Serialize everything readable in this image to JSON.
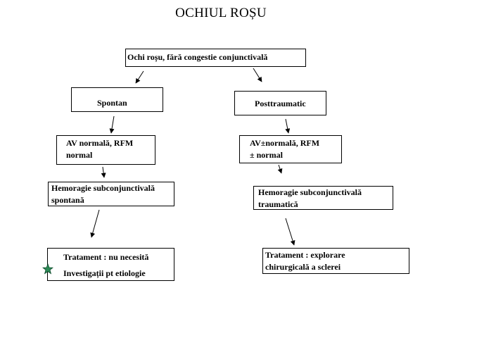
{
  "title": "OCHIUL ROȘU",
  "nodes": {
    "root": "Ochi roșu, fără congestie conjunctivală",
    "spontaneous": "Spontan",
    "posttraumatic": "Posttraumatic",
    "va_spontaneous": [
      "AV normală, RFM",
      "normal"
    ],
    "va_posttraumatic": [
      "AV±normală, RFM",
      "± normal"
    ],
    "hemorrhage_spontaneous": [
      "Hemoragie subconjunctivală",
      "spontană"
    ],
    "hemorrhage_traumatic": [
      "Hemoragie subconjunctivală",
      "traumatică"
    ],
    "treatment_spontaneous": [
      "Tratament : nu necesită",
      "Investigații pt etiologie"
    ],
    "treatment_traumatic": [
      "Tratament : explorare",
      "chirurgicală a sclerei"
    ]
  },
  "colors": {
    "star": "#2e8b57",
    "line": "#000000"
  },
  "icons": {
    "star": "star-icon"
  }
}
